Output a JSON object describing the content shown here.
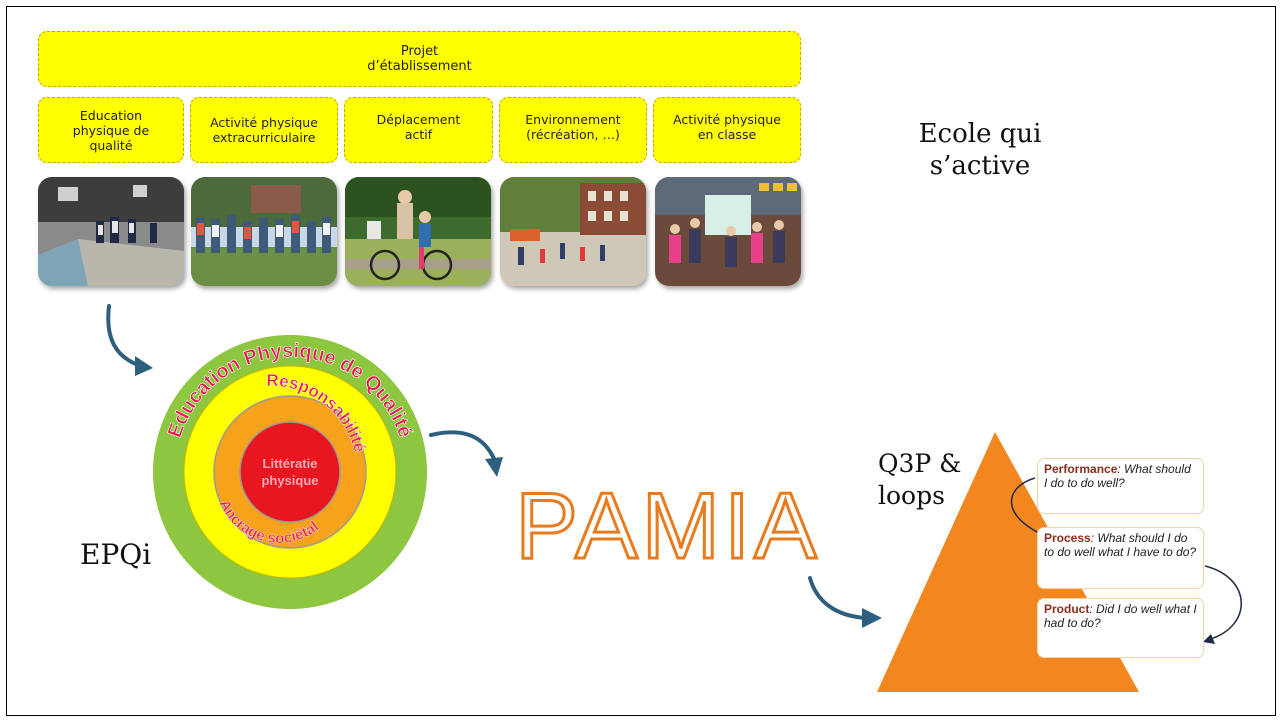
{
  "projet": "Projet\nd’établissement",
  "pillars": [
    {
      "label": "Education\nphysique de\nqualité"
    },
    {
      "label": "Activité physique\nextracurriculaire"
    },
    {
      "label": "Déplacement\nactif"
    },
    {
      "label": "Environnement\n(récréation, …)"
    },
    {
      "label": "Activité physique\nen classe"
    }
  ],
  "ecole_title": "Ecole qui\ns’active",
  "rings": {
    "outer": "Education Physique de Qualité",
    "middle": "Responsabilité",
    "inner": "Ancrage sociétal",
    "core_line1": "Littératie",
    "core_line2": "physique"
  },
  "epqi_label": "EPQi",
  "pamia_label": "PAMIA",
  "q3p_label": "Q3P &\nloops",
  "cards": [
    {
      "title": "Performance",
      "text": ": What should I do to do well?"
    },
    {
      "title": "Process",
      "text": ": What should I do to do well what I have to do?"
    },
    {
      "title": "Product",
      "text": ": Did I do well what I had to do?"
    }
  ],
  "colors": {
    "yellow": "#ffff00",
    "ring_green": "#8dc63f",
    "ring_yellow": "#ffff00",
    "ring_orange": "#f7a21b",
    "ring_red": "#e8161e",
    "ring_text": "#e8174f",
    "pamia_outline": "#e87b1e",
    "arrow": "#2f5f7f",
    "pyramid": "#f2861f"
  }
}
